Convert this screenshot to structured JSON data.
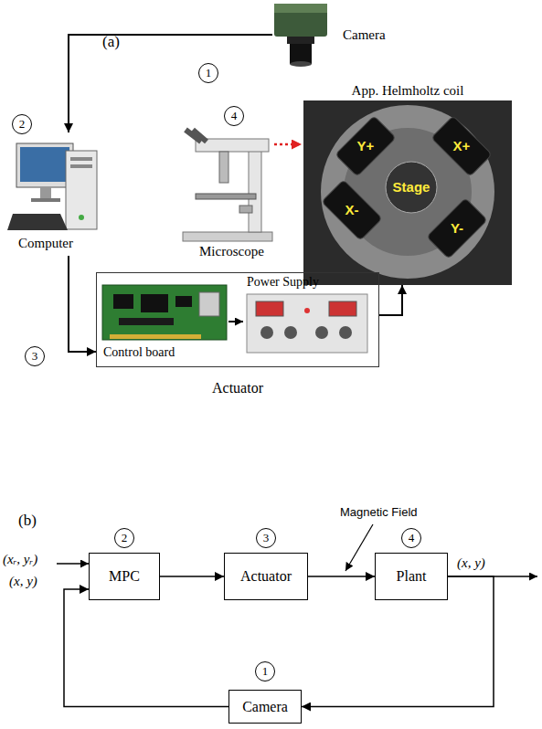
{
  "diagram": {
    "nodes": [
      {
        "text": [
          "Camera"
        ]
      },
      {
        "text": [
          "Computer"
        ]
      },
      {
        "text": [
          "Microscope"
        ]
      },
      {
        "text": [
          "App. Helmholtz coil",
          "Y+",
          "X+",
          "Stage",
          "X-",
          "Y-"
        ]
      },
      {
        "text": [
          "Power Supply",
          "Control board",
          "Actuator"
        ]
      },
      {
        "text": [
          "MPC"
        ]
      },
      {
        "text": [
          "Actuator"
        ]
      },
      {
        "text": [
          "Plant"
        ]
      },
      {
        "text": [
          "Camera"
        ]
      }
    ],
    "edges": [
      {
        "from": 0,
        "to": 1,
        "arrow": "to"
      },
      {
        "from": 1,
        "to": 4,
        "arrow": "to"
      },
      {
        "from": 4,
        "to": 3,
        "arrow": "to"
      },
      {
        "from": 2,
        "to": 3,
        "arrow": "to"
      },
      {
        "from": 5,
        "to": 6,
        "arrow": "to"
      },
      {
        "from": 6,
        "to": 7,
        "arrow": "to"
      },
      {
        "from": 7,
        "to": 8,
        "arrow": "to"
      },
      {
        "from": 8,
        "to": 5,
        "arrow": "to"
      }
    ],
    "labels": [
      "(a)",
      "1",
      "2",
      "4",
      "3",
      "(b)",
      "2",
      "3",
      "4",
      "Magnetic Field",
      "(xᵣ, yᵣ)",
      "(x, y)",
      "(x, y)",
      "1"
    ]
  }
}
